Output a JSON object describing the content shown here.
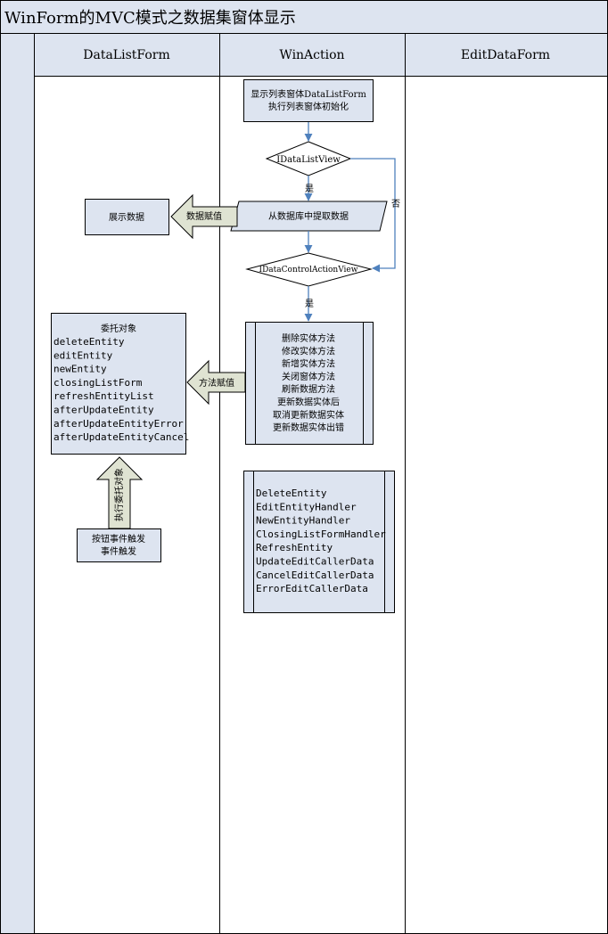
{
  "title": "WinForm的MVC模式之数据集窗体显示",
  "lanes": [
    "DataListForm",
    "WinAction",
    "EditDataForm"
  ],
  "winaction": {
    "start_box": [
      "显示列表窗体DataListForm",
      "执行列表窗体初始化"
    ],
    "decision1": "IDataListView",
    "yes1": "是",
    "no_label": "否",
    "data_box": "从数据库中提取数据",
    "decision2": "IDataControlActionView",
    "yes2": "是",
    "methods_box": [
      "删除实体方法",
      "修改实体方法",
      "新增实体方法",
      "关闭窗体方法",
      "刷新数据方法",
      "更新数据实体后",
      "取消更新数据实体",
      "更新数据实体出错"
    ],
    "handlers_box": [
      "DeleteEntity",
      "EditEntityHandler",
      "NewEntityHandler",
      "ClosingListFormHandler",
      "RefreshEntity",
      "UpdateEditCallerData",
      "CancelEditCallerData",
      "ErrorEditCallerData"
    ]
  },
  "datalistform": {
    "show_data_box": "展示数据",
    "assign_data_arrow": "数据赋值",
    "assign_method_arrow": "方法赋值",
    "delegate_box_title": "委托对象",
    "delegate_box_items": [
      "deleteEntity",
      "editEntity",
      "newEntity",
      "closingListForm",
      "refreshEntityList",
      "afterUpdateEntity",
      "afterUpdateEntityError",
      "afterUpdateEntityCancel"
    ],
    "exec_delegate_arrow": "执行委托对象",
    "trigger_box": [
      "按钮事件触发",
      "事件触发"
    ]
  },
  "colors": {
    "header_fill": "#dde4f0",
    "box_fill": "#dde4f0",
    "arrow_fill": "#dfe3d2",
    "connector": "#4f81bd"
  }
}
